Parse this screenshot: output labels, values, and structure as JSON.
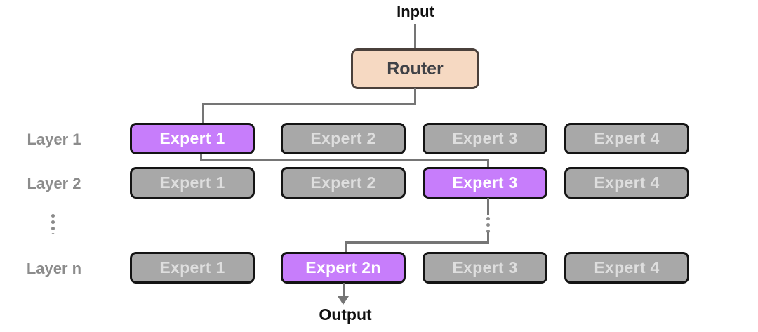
{
  "diagram": {
    "input_label": "Input",
    "router_label": "Router",
    "output_label": "Output",
    "more_layers_ellipsis": "⋮",
    "layers": [
      {
        "label": "Layer 1",
        "experts": [
          {
            "label": "Expert 1",
            "selected": true
          },
          {
            "label": "Expert 2",
            "selected": false
          },
          {
            "label": "Expert 3",
            "selected": false
          },
          {
            "label": "Expert 4",
            "selected": false
          }
        ]
      },
      {
        "label": "Layer 2",
        "experts": [
          {
            "label": "Expert 1",
            "selected": false
          },
          {
            "label": "Expert 2",
            "selected": false
          },
          {
            "label": "Expert 3",
            "selected": true
          },
          {
            "label": "Expert 4",
            "selected": false
          }
        ]
      },
      {
        "label": "Layer n",
        "experts": [
          {
            "label": "Expert 1",
            "selected": false
          },
          {
            "label": "Expert 2n",
            "selected": true
          },
          {
            "label": "Expert 3",
            "selected": false
          },
          {
            "label": "Expert 4",
            "selected": false
          }
        ]
      }
    ],
    "colors": {
      "selected_expert_fill": "#C77DFB",
      "selected_expert_text": "#FFFFFF",
      "unselected_expert_fill": "#A8A8A8",
      "unselected_expert_text": "#DEDEDE",
      "expert_border": "#141414",
      "router_fill": "#F6D9C2",
      "router_border": "#4A403B",
      "router_text": "#3F4146",
      "connector": "#757575",
      "layer_label_text": "#8C8C8C",
      "io_text": "#111111"
    }
  }
}
